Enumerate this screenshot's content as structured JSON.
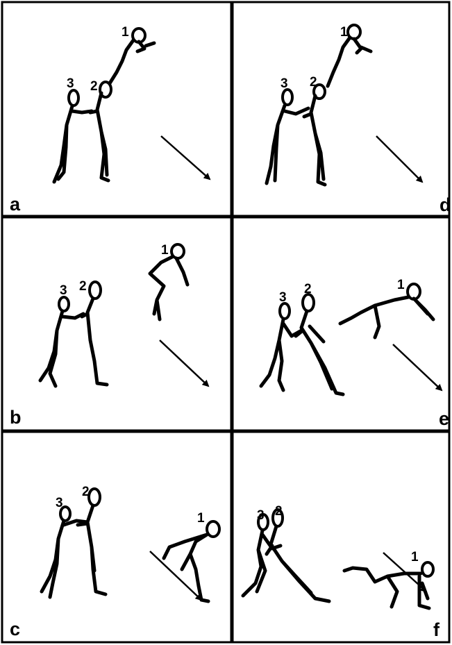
{
  "panels": [
    {
      "id": "a",
      "label": "a",
      "figure_labels": [
        "1",
        "2",
        "3"
      ]
    },
    {
      "id": "b",
      "label": "b",
      "figure_labels": [
        "1",
        "2",
        "3"
      ]
    },
    {
      "id": "c",
      "label": "c",
      "figure_labels": [
        "1",
        "2",
        "3"
      ]
    },
    {
      "id": "d",
      "label": "d",
      "figure_labels": [
        "1",
        "2",
        "3"
      ]
    },
    {
      "id": "e",
      "label": "e",
      "figure_labels": [
        "1",
        "2",
        "3"
      ]
    },
    {
      "id": "f",
      "label": "f",
      "figure_labels": [
        "1",
        "2",
        "3"
      ]
    }
  ],
  "colors": {
    "ink": "#000000",
    "background": "#ffffff"
  }
}
